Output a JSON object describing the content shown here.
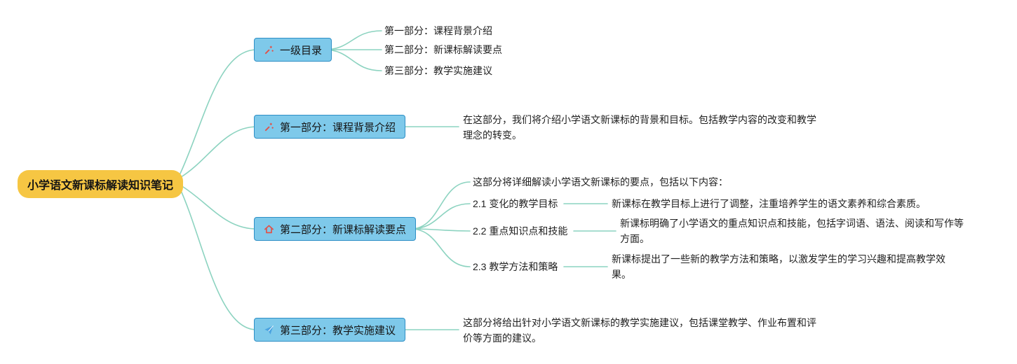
{
  "root": {
    "label": "小学语文新课标解读知识笔记"
  },
  "branches": [
    {
      "label": "一级目录",
      "icon": "wand-icon",
      "children": [
        {
          "label": "第一部分：课程背景介绍"
        },
        {
          "label": "第二部分：新课标解读要点"
        },
        {
          "label": "第三部分：教学实施建议"
        }
      ]
    },
    {
      "label": "第一部分：课程背景介绍",
      "icon": "wand-icon",
      "note": "在这部分，我们将介绍小学语文新课标的背景和目标。包括教学内容的改变和教学理念的转变。"
    },
    {
      "label": "第二部分：新课标解读要点",
      "icon": "home-icon",
      "intro": "这部分将详细解读小学语文新课标的要点，包括以下内容：",
      "points": [
        {
          "label": "2.1 变化的教学目标",
          "desc": "新课标在教学目标上进行了调整，注重培养学生的语文素养和综合素质。"
        },
        {
          "label": "2.2 重点知识点和技能",
          "desc": "新课标明确了小学语文的重点知识点和技能，包括字词语、语法、阅读和写作等方面。"
        },
        {
          "label": "2.3 教学方法和策略",
          "desc": "新课标提出了一些新的教学方法和策略，以激发学生的学习兴趣和提高教学效果。"
        }
      ]
    },
    {
      "label": "第三部分：教学实施建议",
      "icon": "paper-plane-icon",
      "note": "这部分将给出针对小学语文新课标的教学实施建议，包括课堂教学、作业布置和评价等方面的建议。"
    }
  ],
  "colors": {
    "root_bg": "#F6C643",
    "branch_bg": "#7EC9EA",
    "branch_border": "#2E8FC6",
    "connector": "#8CD3C0",
    "icon_red": "#E0524A",
    "icon_blue": "#4AA3E0"
  }
}
